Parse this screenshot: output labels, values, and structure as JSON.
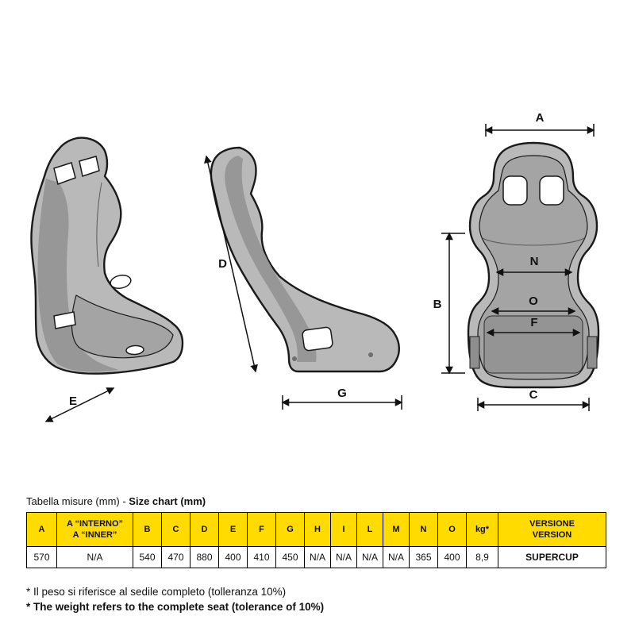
{
  "caption": {
    "regular": "Tabella misure (mm) - ",
    "bold": "Size chart (mm)"
  },
  "diagram": {
    "views": [
      "seat-three-quarter-view",
      "seat-side-view",
      "seat-front-view"
    ],
    "dim_labels": {
      "a": "A",
      "b": "B",
      "c": "C",
      "d": "D",
      "e": "E",
      "f": "F",
      "g": "G",
      "n": "N",
      "o": "O"
    }
  },
  "table": {
    "headers": [
      {
        "line1": "A",
        "line2": ""
      },
      {
        "line1": "A “INTERNO”",
        "line2": "A “INNER”"
      },
      {
        "line1": "B",
        "line2": ""
      },
      {
        "line1": "C",
        "line2": ""
      },
      {
        "line1": "D",
        "line2": ""
      },
      {
        "line1": "E",
        "line2": ""
      },
      {
        "line1": "F",
        "line2": ""
      },
      {
        "line1": "G",
        "line2": ""
      },
      {
        "line1": "H",
        "line2": ""
      },
      {
        "line1": "I",
        "line2": ""
      },
      {
        "line1": "L",
        "line2": ""
      },
      {
        "line1": "M",
        "line2": ""
      },
      {
        "line1": "N",
        "line2": ""
      },
      {
        "line1": "O",
        "line2": ""
      },
      {
        "line1": "kg*",
        "line2": ""
      },
      {
        "line1": "VERSIONE",
        "line2": "VERSION"
      }
    ],
    "row": [
      "570",
      "N/A",
      "540",
      "470",
      "880",
      "400",
      "410",
      "450",
      "N/A",
      "N/A",
      "N/A",
      "N/A",
      "365",
      "400",
      "8,9",
      "SUPERCUP"
    ]
  },
  "footnotes": {
    "italian": "* Il peso si riferisce al sedile completo (tolleranza 10%)",
    "english": "* The weight refers to the complete seat (tolerance of 10%)"
  },
  "colors": {
    "header_yellow": "#FFDB00",
    "line_black": "#111111",
    "seat_gray_light": "#b9b9b9",
    "seat_gray_mid": "#a4a4a4",
    "seat_gray_dark": "#949494"
  }
}
